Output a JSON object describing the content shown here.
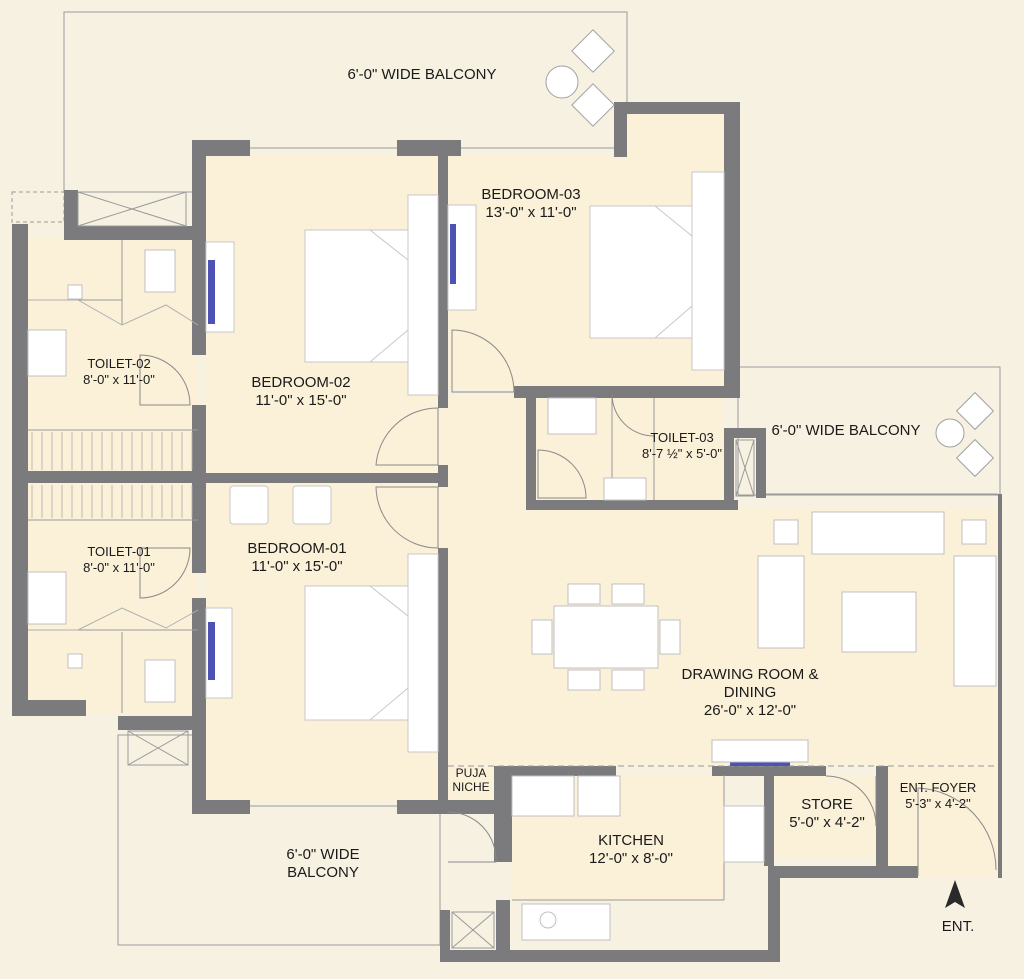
{
  "rooms": {
    "balcony_top": {
      "name": "6'-0\" WIDE BALCONY"
    },
    "bedroom_03": {
      "name": "BEDROOM-03",
      "size": "13'-0\" x 11'-0\""
    },
    "bedroom_02": {
      "name": "BEDROOM-02",
      "size": "11'-0\" x 15'-0\""
    },
    "toilet_02": {
      "name": "TOILET-02",
      "size": "8'-0\" x 11'-0\""
    },
    "toilet_03": {
      "name": "TOILET-03",
      "size": "8'-7 ½\" x 5'-0\""
    },
    "balcony_right": {
      "name": "6'-0\" WIDE BALCONY"
    },
    "bedroom_01": {
      "name": "BEDROOM-01",
      "size": "11'-0\" x 15'-0\""
    },
    "toilet_01": {
      "name": "TOILET-01",
      "size": "8'-0\" x 11'-0\""
    },
    "drawing": {
      "name_line1": "DRAWING ROOM &",
      "name_line2": "DINING",
      "size": "26'-0\" x 12'-0\""
    },
    "puja": {
      "line1": "PUJA",
      "line2": "NICHE"
    },
    "store": {
      "name": "STORE",
      "size": "5'-0\" x 4'-2\""
    },
    "foyer": {
      "name": "ENT. FOYER",
      "size": "5'-3\" x 4'-2\""
    },
    "kitchen": {
      "name": "KITCHEN",
      "size": "12'-0\" x 8'-0\""
    },
    "balcony_bottom": {
      "line1": "6'-0\" WIDE",
      "line2": "BALCONY"
    }
  },
  "entrance": {
    "label": "ENT."
  },
  "colors": {
    "room": "#fbf0d8",
    "wall": "#7b7b7d",
    "background": "#f7f1e1",
    "line": "#8a8a8a",
    "accent": "#4d52b4"
  }
}
